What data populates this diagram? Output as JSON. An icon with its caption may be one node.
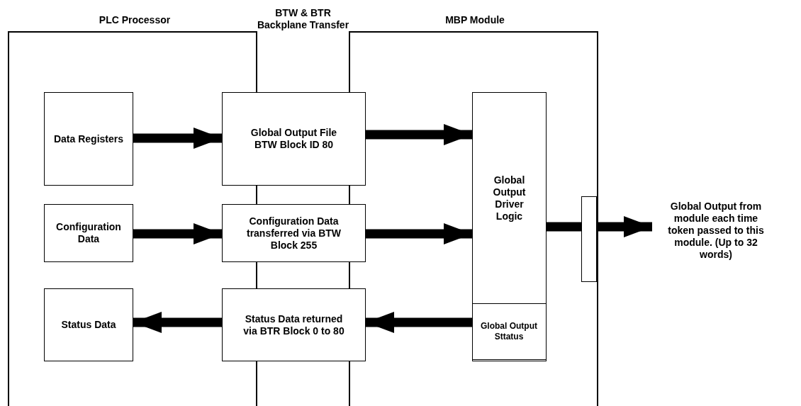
{
  "diagram": {
    "nodes": [
      {
        "text": [
          "Data Registers"
        ]
      },
      {
        "text": [
          "Global Output File BTW Block ID 80"
        ]
      },
      {
        "text": [
          "Configuration Data"
        ]
      },
      {
        "text": [
          "Configuration Data transferred via BTW Block 255"
        ]
      },
      {
        "text": [
          "Status Data"
        ]
      },
      {
        "text": [
          "Status Data returned via BTR Block 0 to 80"
        ]
      },
      {
        "text": [
          "Global Output Driver Logic"
        ]
      },
      {
        "text": [
          "Global Output Sttatus"
        ],
        "in": 6
      },
      {
        "text": [],
        "shape": "box"
      },
      {
        "text": [
          "Global Output from module each time token passed to this module. (Up to 32 words)"
        ]
      }
    ],
    "edges": [
      {
        "from": 0,
        "to": 1,
        "arrow": "to"
      },
      {
        "from": 1,
        "to": 6,
        "arrow": "to"
      },
      {
        "from": 2,
        "to": 3,
        "arrow": "to"
      },
      {
        "from": 3,
        "to": 6,
        "arrow": "to"
      },
      {
        "from": 7,
        "to": 5,
        "arrow": "to"
      },
      {
        "from": 5,
        "to": 4,
        "arrow": "to"
      },
      {
        "from": 6,
        "to": 8,
        "arrow": "none"
      },
      {
        "from": 8,
        "to": 9,
        "arrow": "to"
      }
    ],
    "labels": [
      "PLC Processor",
      "BTW & BTR Backplane Transfer",
      "MBP Module"
    ]
  }
}
